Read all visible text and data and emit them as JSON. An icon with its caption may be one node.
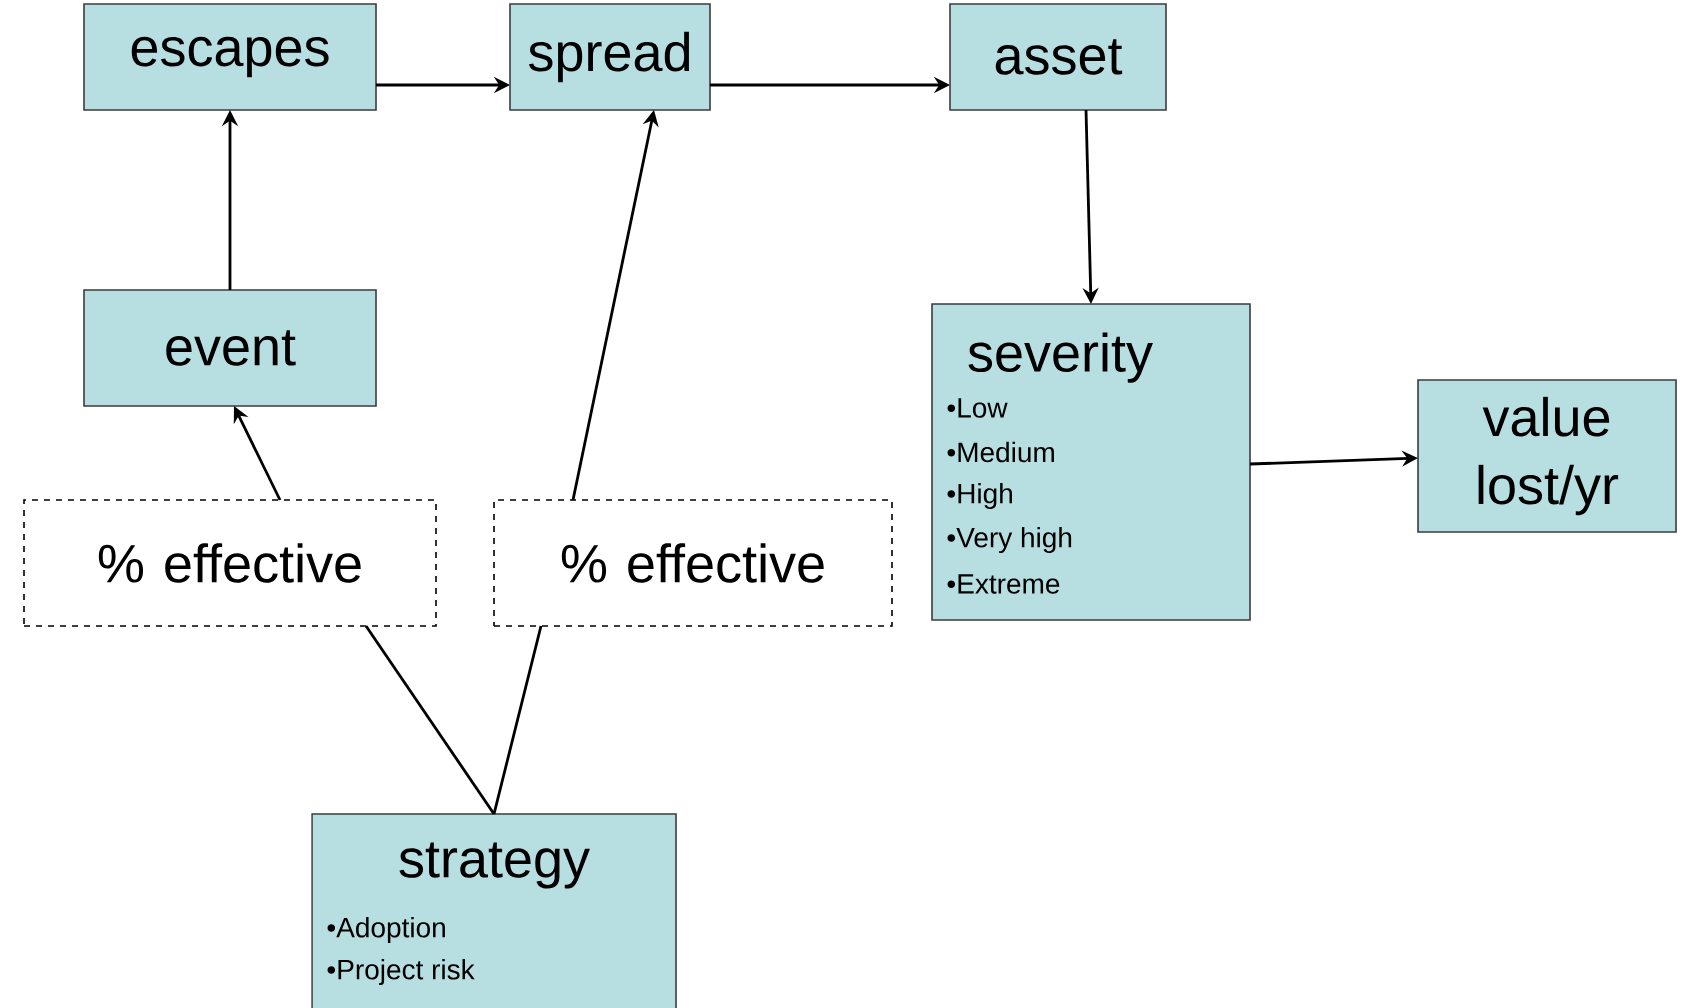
{
  "diagram": {
    "nodes": [
      {
        "text": [
          "escapes"
        ]
      },
      {
        "text": [
          "spread"
        ]
      },
      {
        "text": [
          "asset"
        ]
      },
      {
        "text": [
          "event"
        ]
      },
      {
        "text": [
          "severity",
          "•Low",
          "•Medium",
          "•High",
          "•Very high",
          "•Extreme"
        ]
      },
      {
        "text": [
          "value lost/yr"
        ]
      },
      {
        "text": [
          "% effective"
        ]
      },
      {
        "text": [
          "% effective"
        ]
      },
      {
        "text": [
          "strategy",
          "•Adoption",
          "•Project risk"
        ]
      }
    ],
    "edges": [
      {
        "from": 0,
        "to": 1,
        "arrow": "to"
      },
      {
        "from": 1,
        "to": 2,
        "arrow": "to"
      },
      {
        "from": 2,
        "to": 4,
        "arrow": "to"
      },
      {
        "from": 3,
        "to": 0,
        "arrow": "to"
      },
      {
        "from": 6,
        "to": 3,
        "arrow": "to"
      },
      {
        "from": 7,
        "to": 1,
        "arrow": "to"
      },
      {
        "from": 8,
        "to": 6,
        "arrow": "none"
      },
      {
        "from": 8,
        "to": 7,
        "arrow": "none"
      },
      {
        "from": 4,
        "to": 5,
        "arrow": "to"
      }
    ]
  }
}
